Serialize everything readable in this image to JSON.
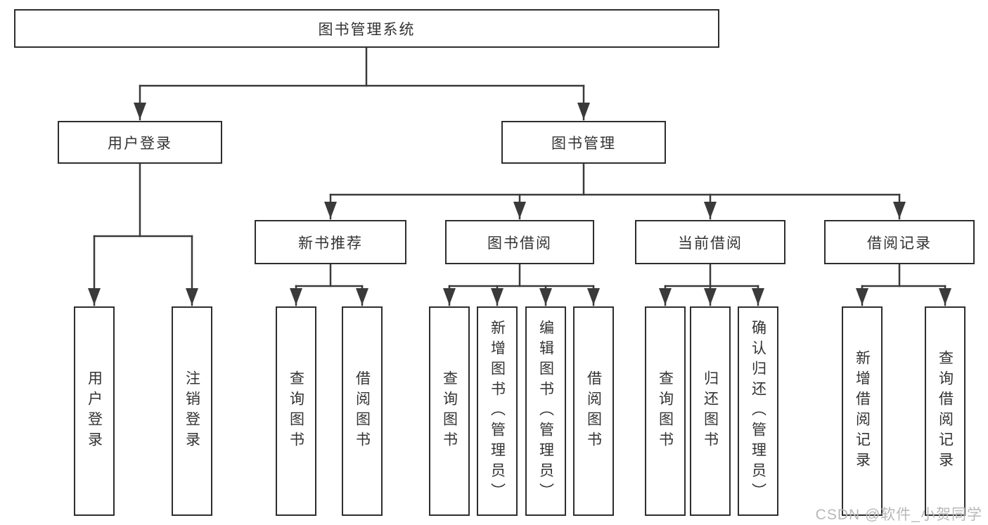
{
  "diagram": {
    "root": {
      "label": "图书管理系统"
    },
    "level2": [
      {
        "label": "用户登录"
      },
      {
        "label": "图书管理"
      }
    ],
    "level3": [
      {
        "label": "新书推荐"
      },
      {
        "label": "图书借阅"
      },
      {
        "label": "当前借阅"
      },
      {
        "label": "借阅记录"
      }
    ],
    "leaves": {
      "login": [
        "用户登录",
        "注销登录"
      ],
      "recommend": [
        "查询图书",
        "借阅图书"
      ],
      "borrow": [
        "查询图书",
        "新增图书（管理员）",
        "编辑图书（管理员）",
        "借阅图书"
      ],
      "current": [
        "查询图书",
        "归还图书",
        "确认归还（管理员）"
      ],
      "records": [
        "新增借阅记录",
        "查询借阅记录"
      ]
    }
  },
  "colors": {
    "line": "#3a3a3a",
    "box_border": "#2e2e2e",
    "text": "#333333",
    "watermark": "#b8b8b8",
    "background": "#ffffff"
  },
  "watermark": "CSDN @软件_小贺同学"
}
